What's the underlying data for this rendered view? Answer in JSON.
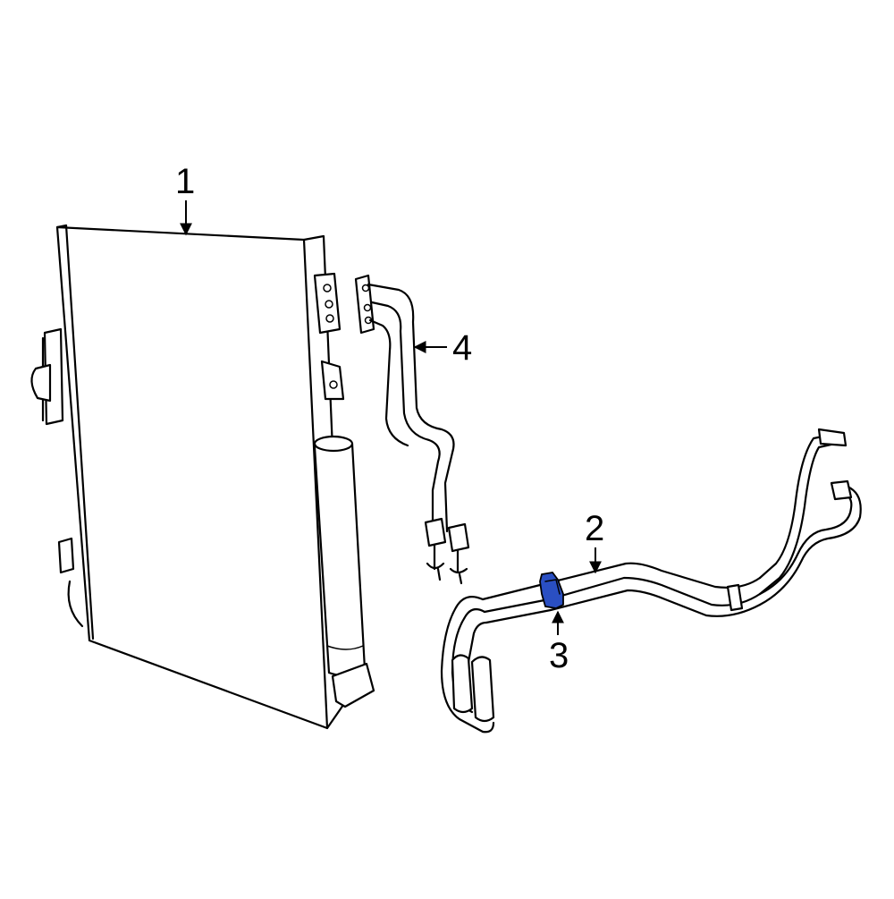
{
  "callouts": {
    "part_1": "1",
    "part_2": "2",
    "part_3": "3",
    "part_4": "4"
  },
  "colors": {
    "line": "#000000",
    "background": "#ffffff",
    "highlight_part": "#2a4fc2"
  }
}
